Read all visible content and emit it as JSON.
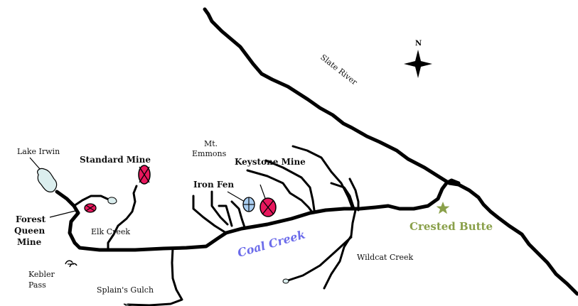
{
  "labels": {
    "slate_river": "Slate River",
    "compass_n": "N",
    "lake_irwin": "Lake Irwin",
    "standard_mine": "Standard Mine",
    "mt_emmons_1": "Mt.",
    "mt_emmons_2": "Emmons",
    "keystone_mine": "Keystone Mine",
    "iron_fen": "Iron Fen",
    "forest_queen_1": "Forest",
    "forest_queen_2": "Queen",
    "forest_queen_3": "Mine",
    "elk_creek": "Elk Creek",
    "coal_creek": "Coal Creek",
    "wildcat_creek": "Wildcat Creek",
    "crested_butte": "Crested Butte",
    "kebler_1": "Kebler",
    "kebler_2": "Pass",
    "splains_gulch": "Splain's Gulch"
  },
  "colors": {
    "coal_creek": "#6b6bea",
    "crested_butte": "#8aa04a",
    "mine_marker": "#e8175d",
    "fen_marker": "#a9cdf0",
    "lake_fill": "#dbeeee"
  },
  "icons": [
    "compass-icon",
    "star-icon",
    "mine-marker-icon",
    "fen-marker-icon",
    "pass-icon"
  ]
}
